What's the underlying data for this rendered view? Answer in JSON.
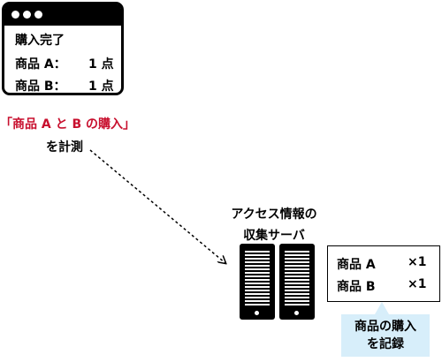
{
  "window": {
    "title": "購入完了",
    "rows": [
      {
        "label": "商品 A：",
        "value": "1 点"
      },
      {
        "label": "商品 B：",
        "value": "1 点"
      }
    ]
  },
  "caption_measure_target": "「商品 A と B の購入」",
  "caption_measure_action": "を計測",
  "server": {
    "title_line1": "アクセス情報の",
    "title_line2": "収集サーバ"
  },
  "record": {
    "rows": [
      {
        "name": "商品 A",
        "qty": "×1"
      },
      {
        "name": "商品 B",
        "qty": "×1"
      }
    ]
  },
  "bubble": {
    "line1": "商品の購入",
    "line2": "を記録"
  },
  "colors": {
    "accent_red": "#c8102e",
    "bubble_bg": "#d7eefa"
  }
}
